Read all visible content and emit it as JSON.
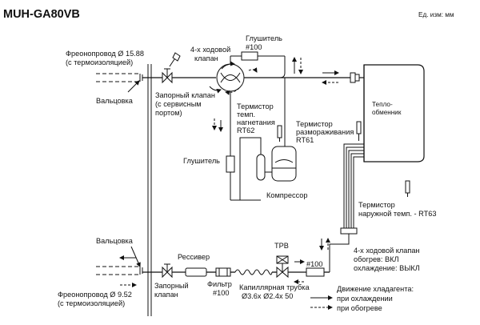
{
  "title": "MUH-GA80VB",
  "units": "Ед. изм: мм",
  "labels": {
    "gas_pipe": "Фреонопровод  Ø 15.88",
    "gas_pipe_note": "(с термоизоляцией)",
    "flare_top": "Вальцовка",
    "valve_service_1": "Запорный клапан",
    "valve_service_2": "(с сервисным",
    "valve_service_3": "портом)",
    "four_way_1": "4-х ходовой",
    "four_way_2": "клапан",
    "muffler_top": "Глушитель",
    "muffler_top_size": "#100",
    "thermistor_discharge_1": "Термистор",
    "thermistor_discharge_2": "темп.",
    "thermistor_discharge_3": "нагнетания",
    "thermistor_discharge_4": "RT62",
    "thermistor_defrost_1": "Термистор",
    "thermistor_defrost_2": "размораживания",
    "thermistor_defrost_3": "RT61",
    "heat_exchanger_1": "Тепло-",
    "heat_exchanger_2": "обменник",
    "muffler_left": "Глушитель",
    "compressor": "Компрессор",
    "thermistor_outdoor_1": "Термистор",
    "thermistor_outdoor_2": "наружной темп. - RT63",
    "flare_bottom": "Вальцовка",
    "receiver": "Рессивер",
    "trv": "ТРВ",
    "muffler_bottom_size": "#100",
    "four_way_state_1": "4-х ходовой клапан",
    "four_way_state_2": "обогрев: ВКЛ",
    "four_way_state_3": "охлаждение: ВЫКЛ",
    "filter": "Фильтр",
    "filter_size": "#100",
    "capillary_1": "Капиллярная трубка",
    "capillary_2": "Ø3.6x Ø2.4x 50",
    "flow_title": "Движение хладагента:",
    "flow_cooling": "при охлаждении",
    "flow_heating": "при обогреве",
    "liquid_pipe": "Фреонопровод  Ø 9.52",
    "liquid_pipe_note": "(с термоизоляцией)",
    "valve_liquid_1": "Запорный",
    "valve_liquid_2": "клапан"
  }
}
